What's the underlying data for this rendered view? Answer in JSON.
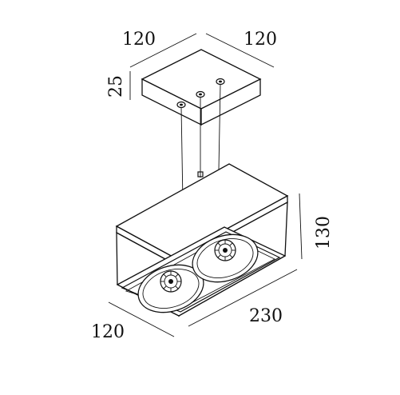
{
  "dimensions": {
    "canopy_width": "120",
    "canopy_depth": "120",
    "canopy_height": "25",
    "body_depth": "120",
    "body_length": "230",
    "body_height": "130"
  },
  "colors": {
    "line": "#111111",
    "background": "#ffffff"
  }
}
